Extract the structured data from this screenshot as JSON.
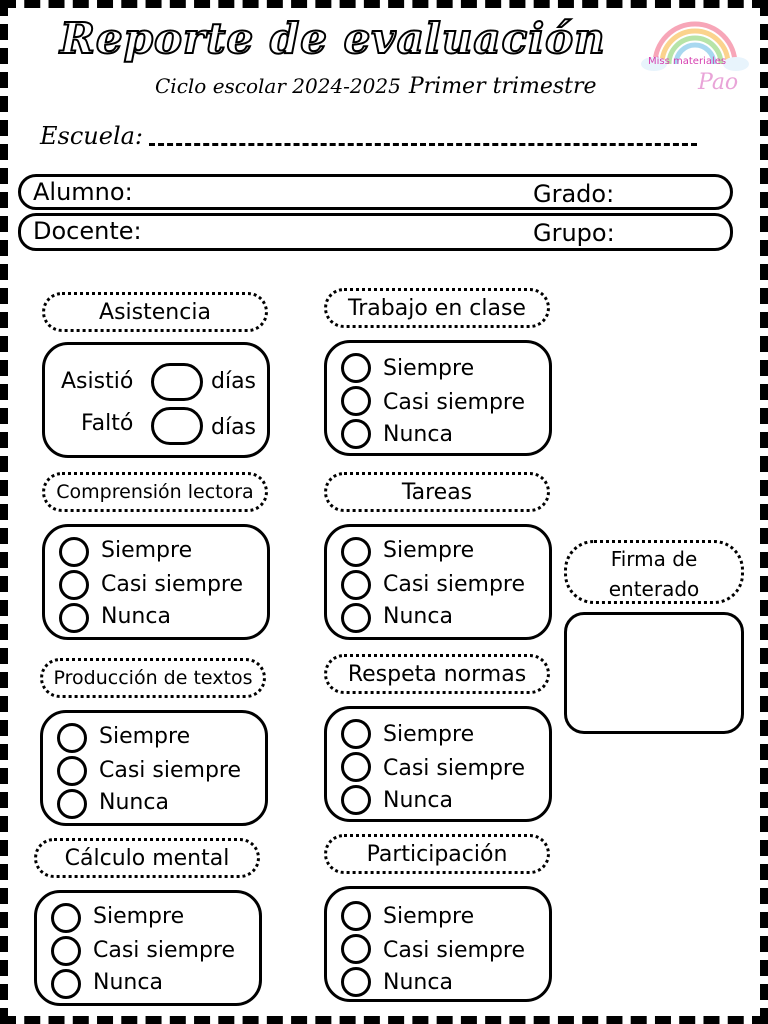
{
  "header": {
    "title": "Reporte de evaluación",
    "cycle": "Ciclo escolar 2024-2025",
    "term": "Primer trimestre",
    "logo_brand": "Miss materiales",
    "logo_name": "Pao"
  },
  "school": {
    "label": "Escuela:"
  },
  "info": {
    "student": "Alumno:",
    "grade": "Grado:",
    "teacher": "Docente:",
    "group": "Grupo:"
  },
  "attendance": {
    "title": "Asistencia",
    "attended": "Asistió",
    "missed": "Faltó",
    "days": "días"
  },
  "options": [
    "Siempre",
    "Casi siempre",
    "Nunca"
  ],
  "sections": {
    "reading": "Comprensión lectora",
    "writing": "Producción de textos",
    "math": "Cálculo mental",
    "classwork": "Trabajo en clase",
    "homework": "Tareas",
    "rules": "Respeta normas",
    "participation": "Participación"
  },
  "signature": {
    "line1": "Firma de",
    "line2": "enterado"
  },
  "colors": {
    "ink": "#000000",
    "logo_pink": "#d63fb0"
  }
}
